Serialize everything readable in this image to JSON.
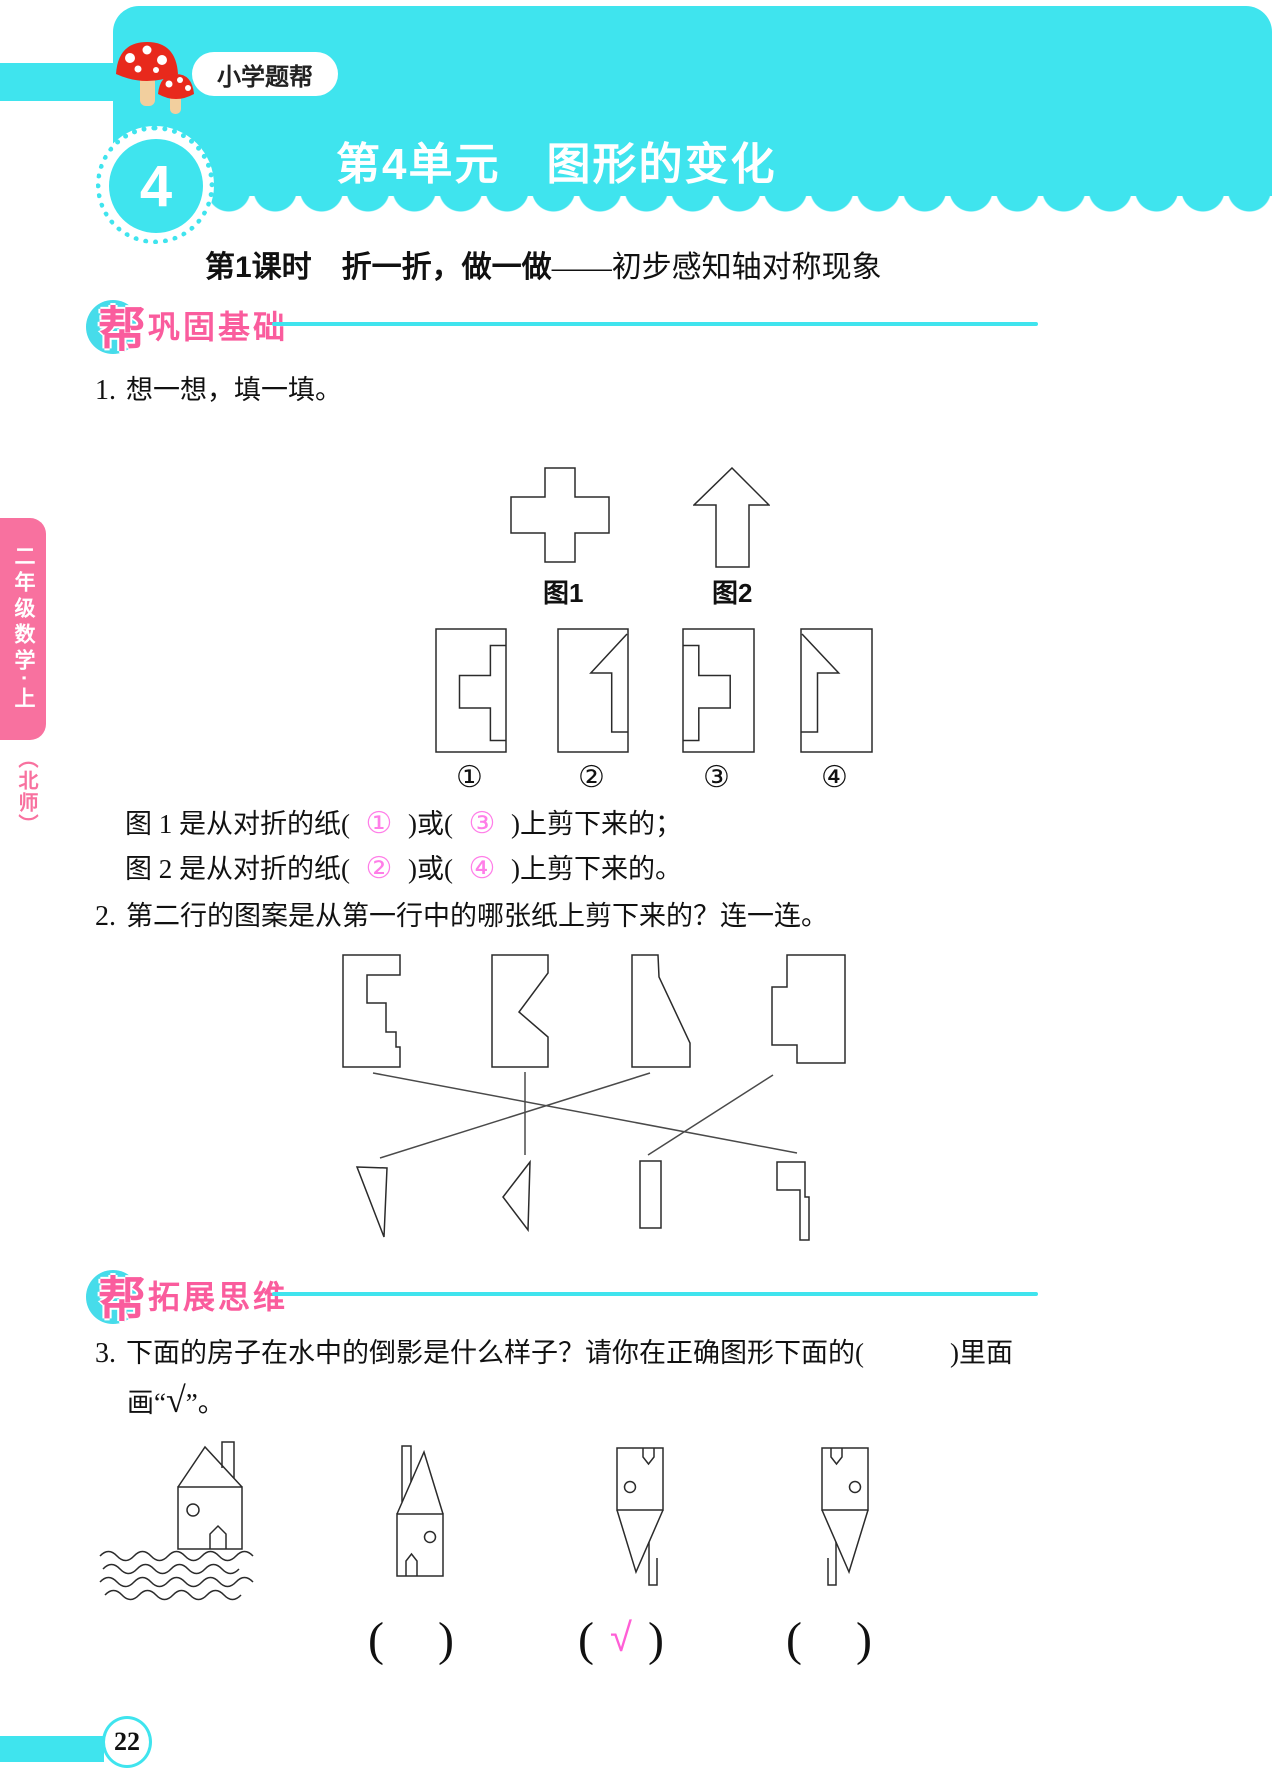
{
  "colors": {
    "cyan": "#3fe4ee",
    "badge_pink": "#fa5c9d",
    "tab_pink": "#f8719f",
    "answer_pink": "#ff7ee8",
    "connect_line_pink": "#ff8ae0",
    "check_pink": "#ff5fd6",
    "ink": "#1a1a1a"
  },
  "header": {
    "brand": "小学题帮",
    "unit_number": "4",
    "unit_title": "第4单元　图形的变化",
    "lesson_title_main": "第1课时　折一折，做一做",
    "lesson_title_sub": "——初步感知轴对称现象"
  },
  "sections": {
    "s1_char": "帮",
    "s1_label": "巩固基础",
    "s2_char": "帮",
    "s2_label": "拓展思维"
  },
  "q1": {
    "number": "1.",
    "prompt": "想一想，填一填。",
    "fig1_label": "图1",
    "fig2_label": "图2",
    "option_labels": [
      "①",
      "②",
      "③",
      "④"
    ],
    "line1_pre": "图 1 是从对折的纸(",
    "line1_ans1": "①",
    "line1_mid": ")或(",
    "line1_ans2": "③",
    "line1_post": ")上剪下来的；",
    "line2_pre": "图 2 是从对折的纸(",
    "line2_ans1": "②",
    "line2_mid": ")或(",
    "line2_ans2": "④",
    "line2_post": ")上剪下来的。"
  },
  "q2": {
    "number": "2.",
    "prompt": "第二行的图案是从第一行中的哪张纸上剪下来的？连一连。",
    "connections": [
      {
        "top_paper": 1,
        "bottom_piece": 4
      },
      {
        "top_paper": 2,
        "bottom_piece": 2
      },
      {
        "top_paper": 3,
        "bottom_piece": 1
      },
      {
        "top_paper": 4,
        "bottom_piece": 3
      }
    ]
  },
  "q3": {
    "number": "3.",
    "prompt_a": "下面的房子在水中的倒影是什么样子？请你在正确图形下面的(",
    "prompt_b": ")里面",
    "line2_pre": "画“",
    "line2_check": "√",
    "line2_post": "”。",
    "answers": [
      "",
      "√",
      ""
    ]
  },
  "sidebar": {
    "grade": "二年级数学·上",
    "edition": "（北师）"
  },
  "footer": {
    "page_number": "22"
  }
}
